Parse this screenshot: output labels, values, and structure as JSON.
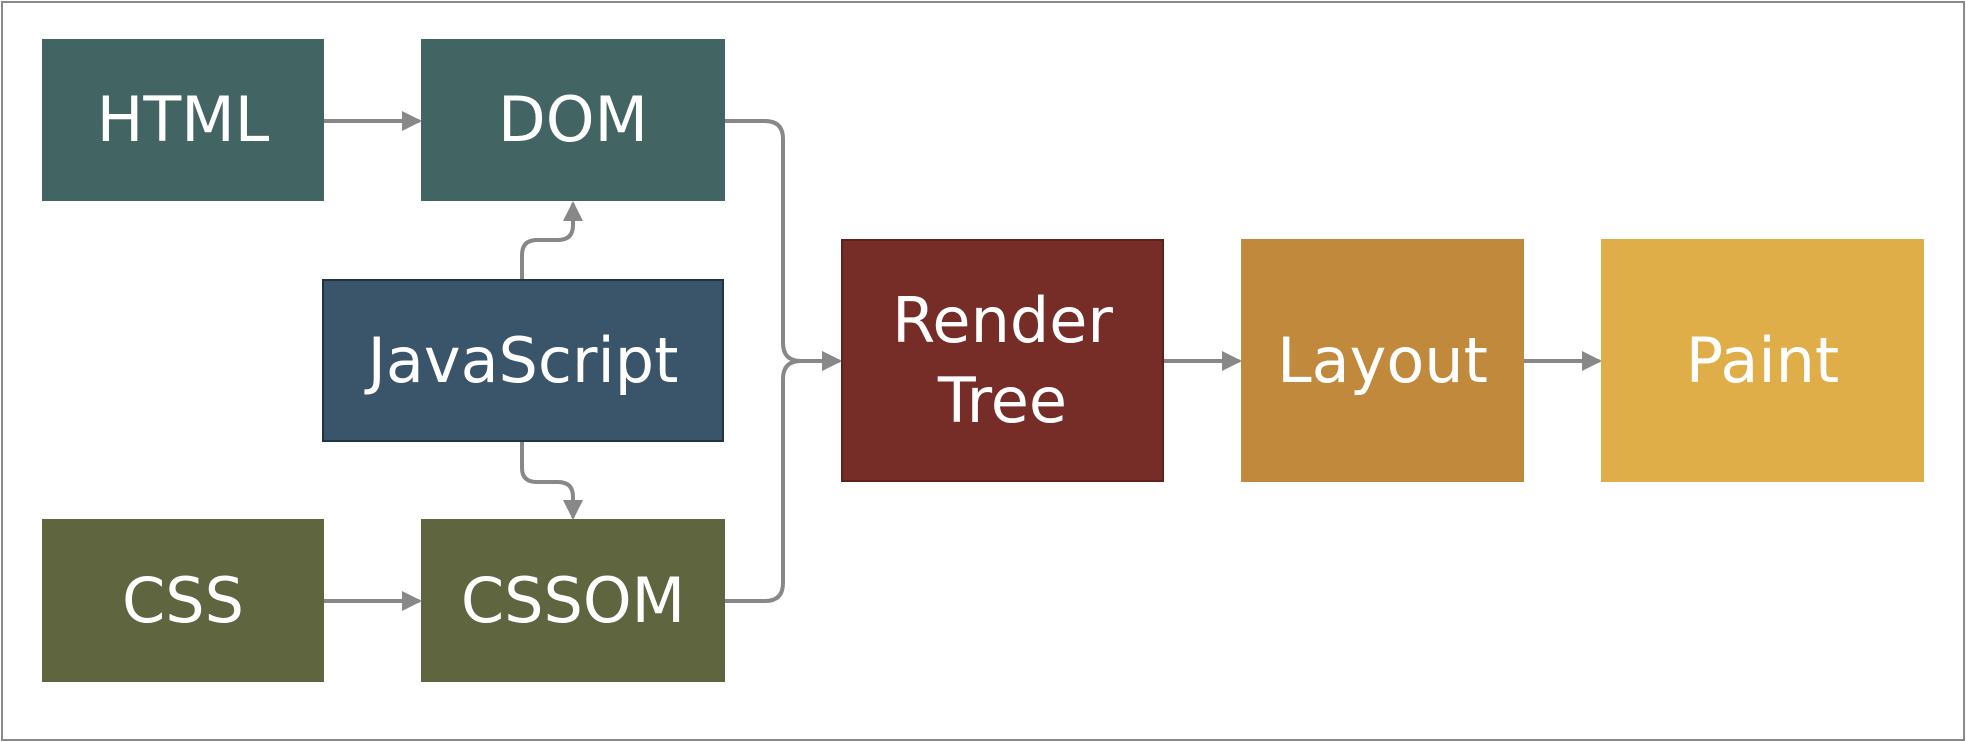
{
  "nodes": {
    "html": "HTML",
    "dom": "DOM",
    "javascript": "JavaScript",
    "css": "CSS",
    "cssom": "CSSOM",
    "render_tree": [
      "Render",
      "Tree"
    ],
    "layout": "Layout",
    "paint": "Paint"
  },
  "edges": [
    {
      "from": "HTML",
      "to": "DOM"
    },
    {
      "from": "JavaScript",
      "to": "DOM"
    },
    {
      "from": "JavaScript",
      "to": "CSSOM"
    },
    {
      "from": "CSS",
      "to": "CSSOM"
    },
    {
      "from": "DOM",
      "to": "Render Tree"
    },
    {
      "from": "CSSOM",
      "to": "Render Tree"
    },
    {
      "from": "Render Tree",
      "to": "Layout"
    },
    {
      "from": "Layout",
      "to": "Paint"
    }
  ],
  "colors": {
    "html_dom": "#426463",
    "javascript": "#3a5569",
    "css_cssom": "#5e653f",
    "render_tree": "#772d27",
    "layout": "#c1893c",
    "paint": "#dfae48",
    "arrow": "#888888"
  }
}
